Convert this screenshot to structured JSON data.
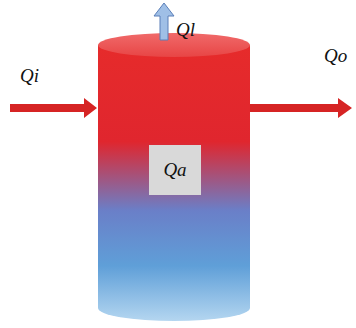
{
  "diagram": {
    "nodes": [
      {
        "text": [
          "Qa"
        ]
      }
    ],
    "labels": [
      "Qi",
      "Ql",
      "Qo"
    ]
  }
}
